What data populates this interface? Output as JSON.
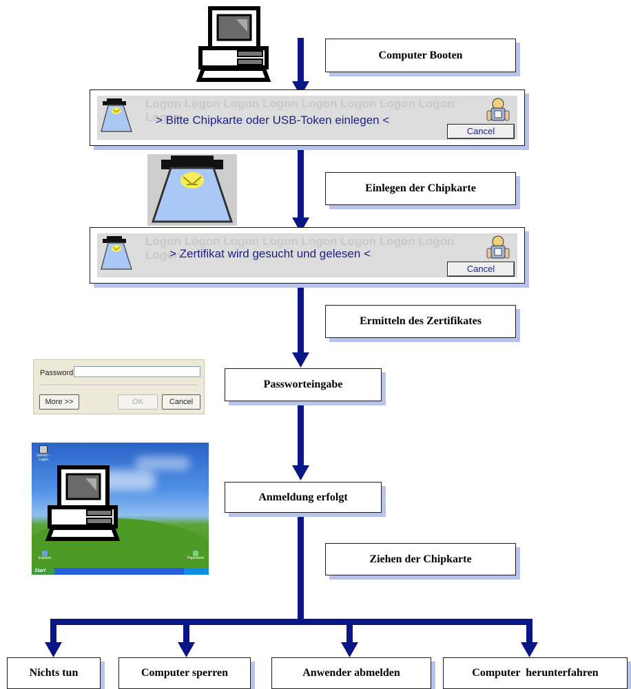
{
  "colors": {
    "flow": "#0a1586",
    "shadow": "#b7c3ea",
    "card_blue": "#a9c8f5",
    "chip_yellow": "#f7ec5c",
    "banner_text": "#1a1f8a"
  },
  "steps": {
    "boot": "Computer Booten",
    "insert": "Einlegen der Chipkarte",
    "determine": "Ermitteln des Zertifikates",
    "password": "Passworteingabe",
    "login": "Anmeldung erfolgt",
    "remove": "Ziehen der Chipkarte"
  },
  "banner1": {
    "ghost_line1": "Logon Logon Logon Logon Logon Logon Logon Logon",
    "ghost_line2": "Logon",
    "message": "> Bitte Chipkarte oder USB-Token einlegen <",
    "cancel": "Cancel"
  },
  "banner2": {
    "ghost_line1": "Logon Logon Logon Logon Logon Logon Logon Logon",
    "ghost_line2": "Logon",
    "message": "> Zertifikat wird gesucht und gelesen <",
    "cancel": "Cancel"
  },
  "password_dialog": {
    "label": "Password:",
    "value": "",
    "more": "More  >>",
    "ok": "OK",
    "cancel": "Cancel"
  },
  "desktop": {
    "icon_top": "SAFED - Logon",
    "icon_bottom_left": "Explorer",
    "icon_bottom_right": "Papierkorb",
    "start": "Start"
  },
  "outcomes": [
    "Nichts tun",
    "Computer sperren",
    "Anwender abmelden",
    "Computer  herunterfahren"
  ],
  "icons": [
    "computer-icon",
    "chipcard-icon",
    "wizard-icon",
    "cancel-icon"
  ]
}
